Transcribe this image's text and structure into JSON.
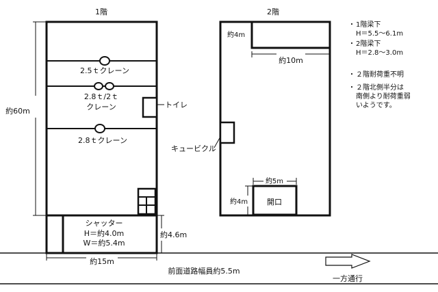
{
  "floor1": {
    "title": "1階",
    "crane_a": "2.5ｔクレーン",
    "crane_b_line1": "2.8ｔ/2ｔ",
    "crane_b_line2": "クレーン",
    "crane_c": "2.8ｔクレーン",
    "toilet": "トイレ",
    "height_dim": "約60m",
    "shutter_title": "シャッター",
    "shutter_h": "H＝約4.0m",
    "shutter_w": "W＝約5.4m",
    "bump_dim": "約4.6m",
    "width_dim": "約15m"
  },
  "floor2": {
    "title": "2階",
    "top_depth": "約4m",
    "top_width": "約10m",
    "cubicle": "キュービクル",
    "opening_width": "約5m",
    "opening_depth": "約4m",
    "opening_label": "開口"
  },
  "notes": [
    {
      "bullet": "・",
      "text": "1階梁下"
    },
    {
      "bullet": "",
      "text": "H＝5.5～6.1m"
    },
    {
      "bullet": "・",
      "text": "2階梁下"
    },
    {
      "bullet": "",
      "text": "H＝2.8～3.0m"
    },
    {
      "bullet": "・",
      "text": "２階耐荷重不明"
    },
    {
      "bullet": "・",
      "text": "２階北側半分は"
    },
    {
      "bullet": "",
      "text": "南側より耐荷重弱"
    },
    {
      "bullet": "",
      "text": "いようです。"
    }
  ],
  "road": {
    "label": "前面道路幅員約5.5m",
    "direction": "一方通行"
  }
}
